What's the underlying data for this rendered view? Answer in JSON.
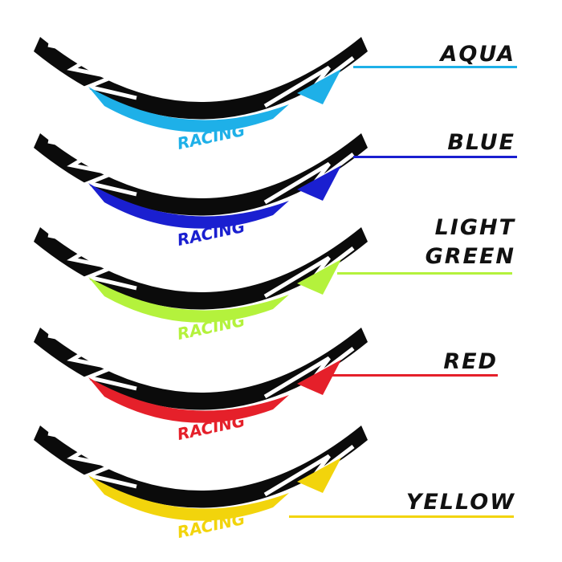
{
  "decal_text": "RACING",
  "variants": [
    {
      "label_lines": [
        "AQUA"
      ],
      "color": "#1eb0e8"
    },
    {
      "label_lines": [
        "BLUE"
      ],
      "color": "#1a1fd0"
    },
    {
      "label_lines": [
        "LIGHT",
        "GREEN"
      ],
      "color": "#b4f23c"
    },
    {
      "label_lines": [
        "RED"
      ],
      "color": "#e5202a"
    },
    {
      "label_lines": [
        "YELLOW"
      ],
      "color": "#f2d40c"
    }
  ]
}
